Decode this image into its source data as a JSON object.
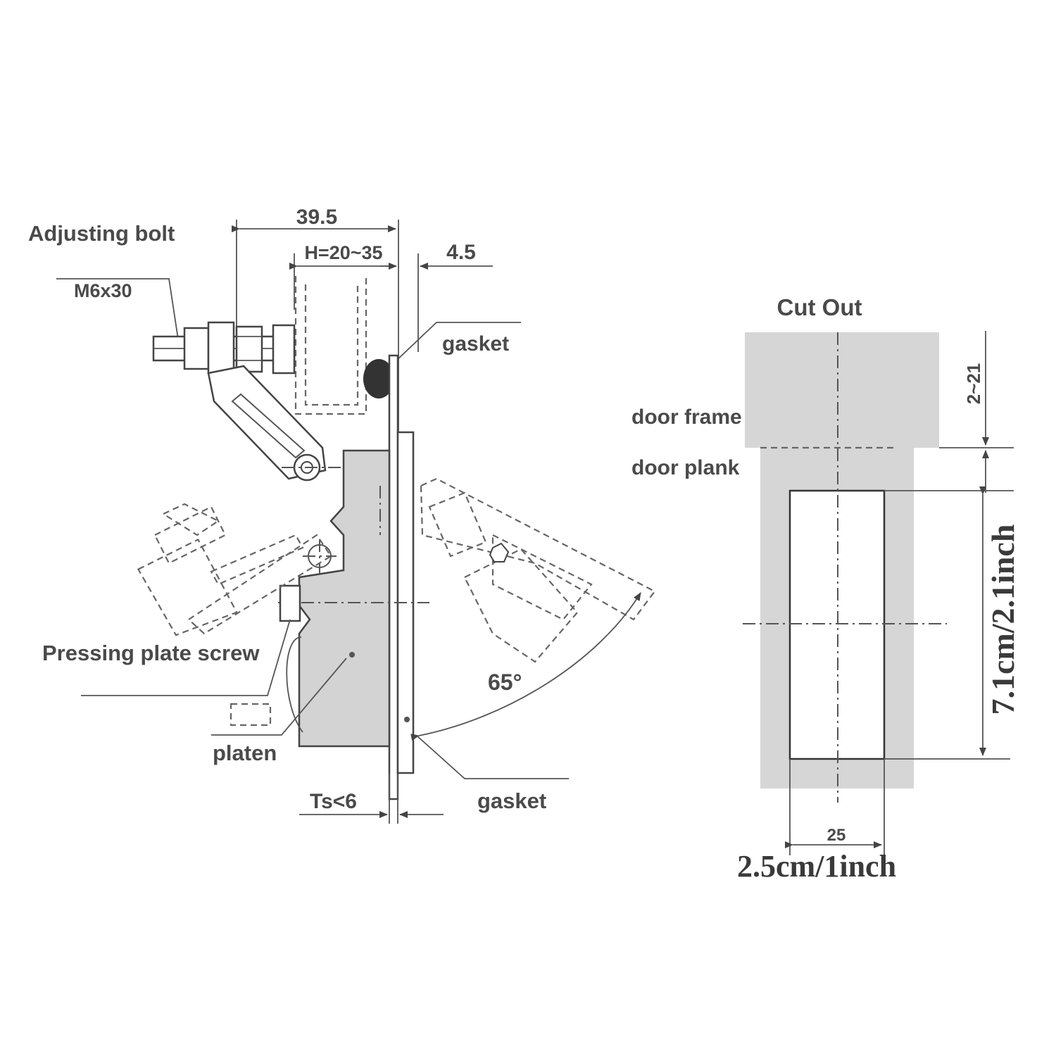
{
  "left_diagram": {
    "adjusting_bolt": "Adjusting bolt",
    "bolt_size": "M6x30",
    "dim_width": "39.5",
    "dim_height_range": "H=20~35",
    "dim_offset": "4.5",
    "gasket_top": "gasket",
    "pressing_plate_screw": "Pressing plate screw",
    "platen": "platen",
    "thickness": "Ts<6",
    "gasket_bottom": "gasket",
    "angle": "65°"
  },
  "right_diagram": {
    "title": "Cut Out",
    "door_frame": "door frame",
    "door_plank": "door plank",
    "dim_top": "2~21",
    "dim_height": "7.1cm/2.1inch",
    "dim_width_small": "25",
    "dim_width": "2.5cm/1inch"
  }
}
